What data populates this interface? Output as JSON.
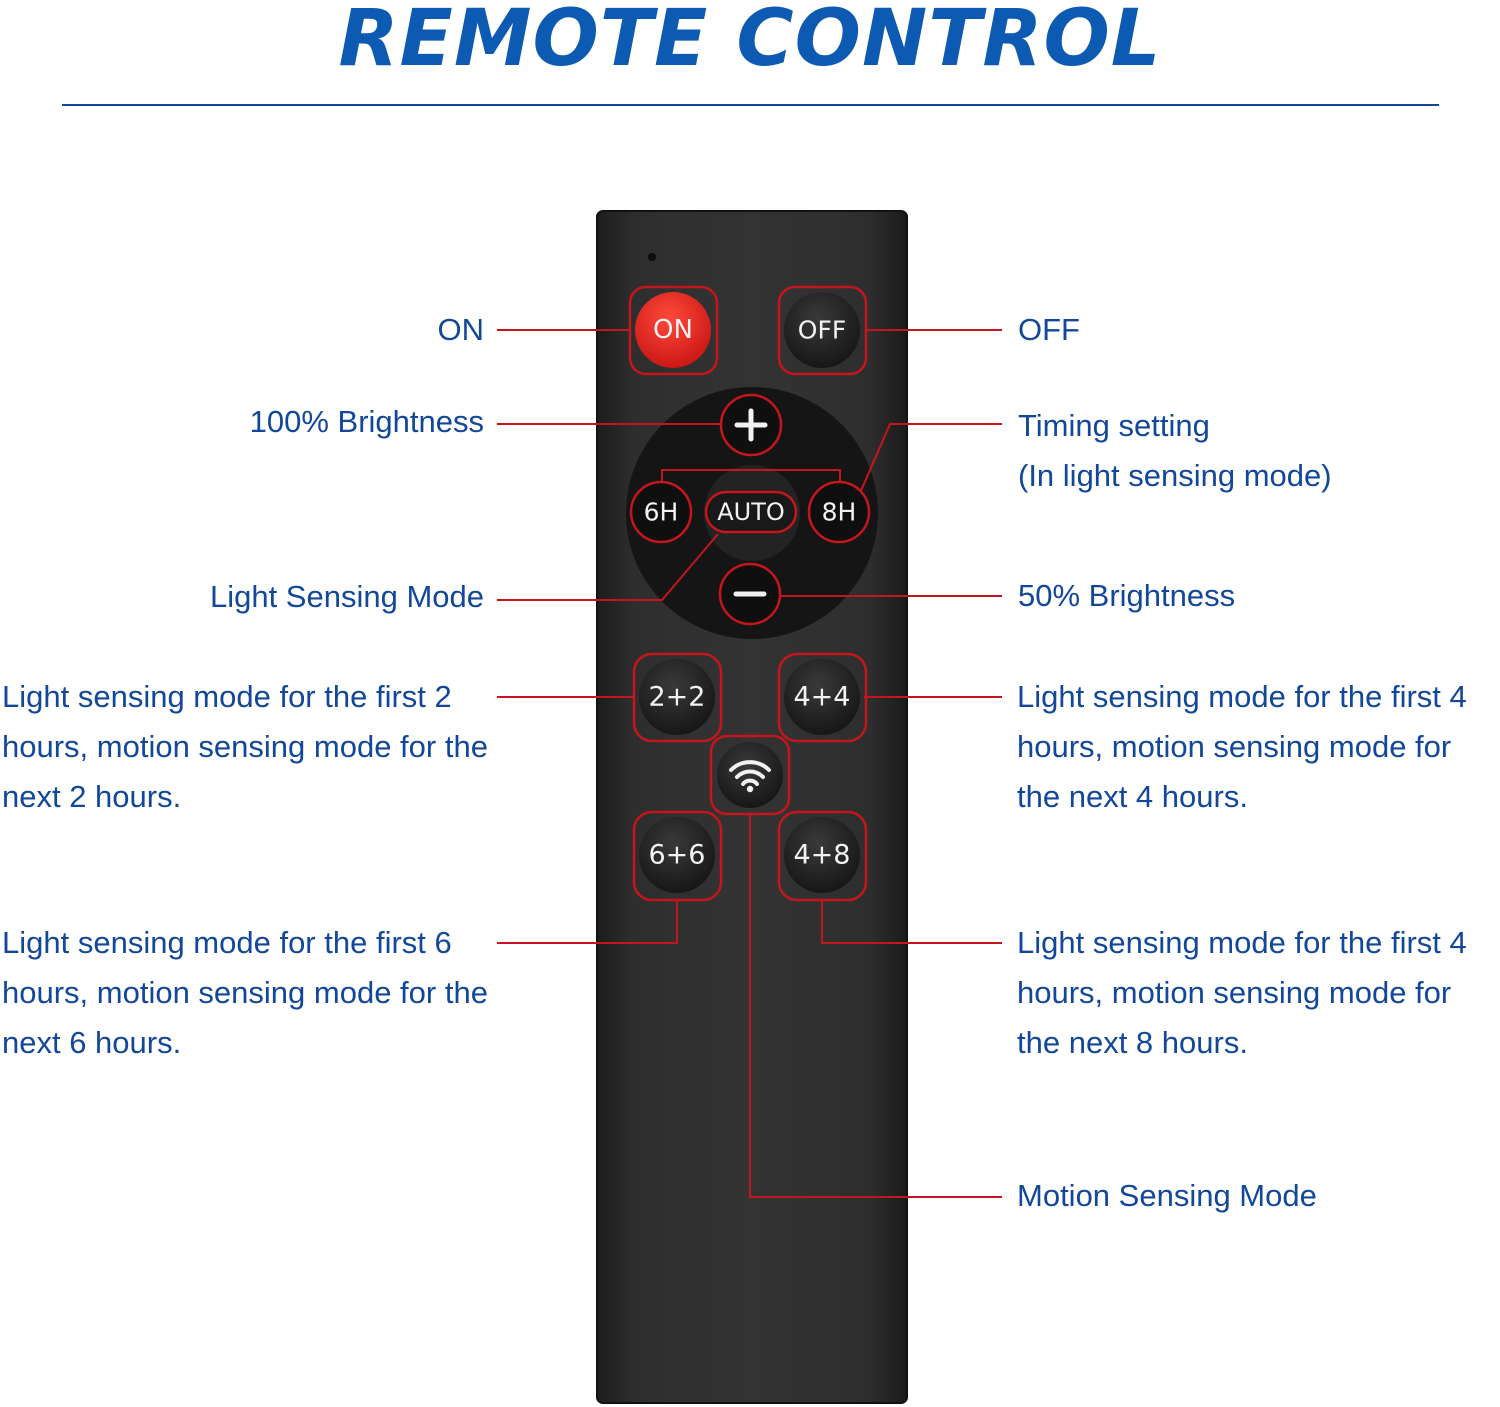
{
  "title": "REMOTE CONTROL",
  "colors": {
    "title": "#0d5ab3",
    "label": "#12479a",
    "callout_line": "#c4161c",
    "remote_body": "#2b2b2b",
    "on_button": "#d81e1e"
  },
  "buttons": {
    "on": "ON",
    "off": "OFF",
    "plus_icon": "plus-icon",
    "minus_icon": "minus-icon",
    "h6": "6H",
    "auto": "AUTO",
    "h8": "8H",
    "b22": "2+2",
    "b44": "4+4",
    "motion_icon": "wifi-icon",
    "b66": "6+6",
    "b48": "4+8"
  },
  "labels": {
    "on": "ON",
    "off": "OFF",
    "brightness_100": "100% Brightness",
    "timing_line1": "Timing setting",
    "timing_line2": "(In light sensing mode)",
    "light_sensing_mode": "Light Sensing Mode",
    "brightness_50": "50% Brightness",
    "mode_2_2": "Light sensing mode for the first 2 hours, motion sensing mode for the next 2 hours.",
    "mode_4_4": "Light sensing mode for the first 4 hours, motion sensing mode for the next 4 hours.",
    "mode_6_6": "Light sensing mode for the first 6 hours, motion sensing mode for the next 6 hours.",
    "mode_4_8": "Light sensing mode for the first 4 hours, motion sensing mode for the next 8 hours.",
    "motion_sensing_mode": "Motion Sensing Mode"
  }
}
